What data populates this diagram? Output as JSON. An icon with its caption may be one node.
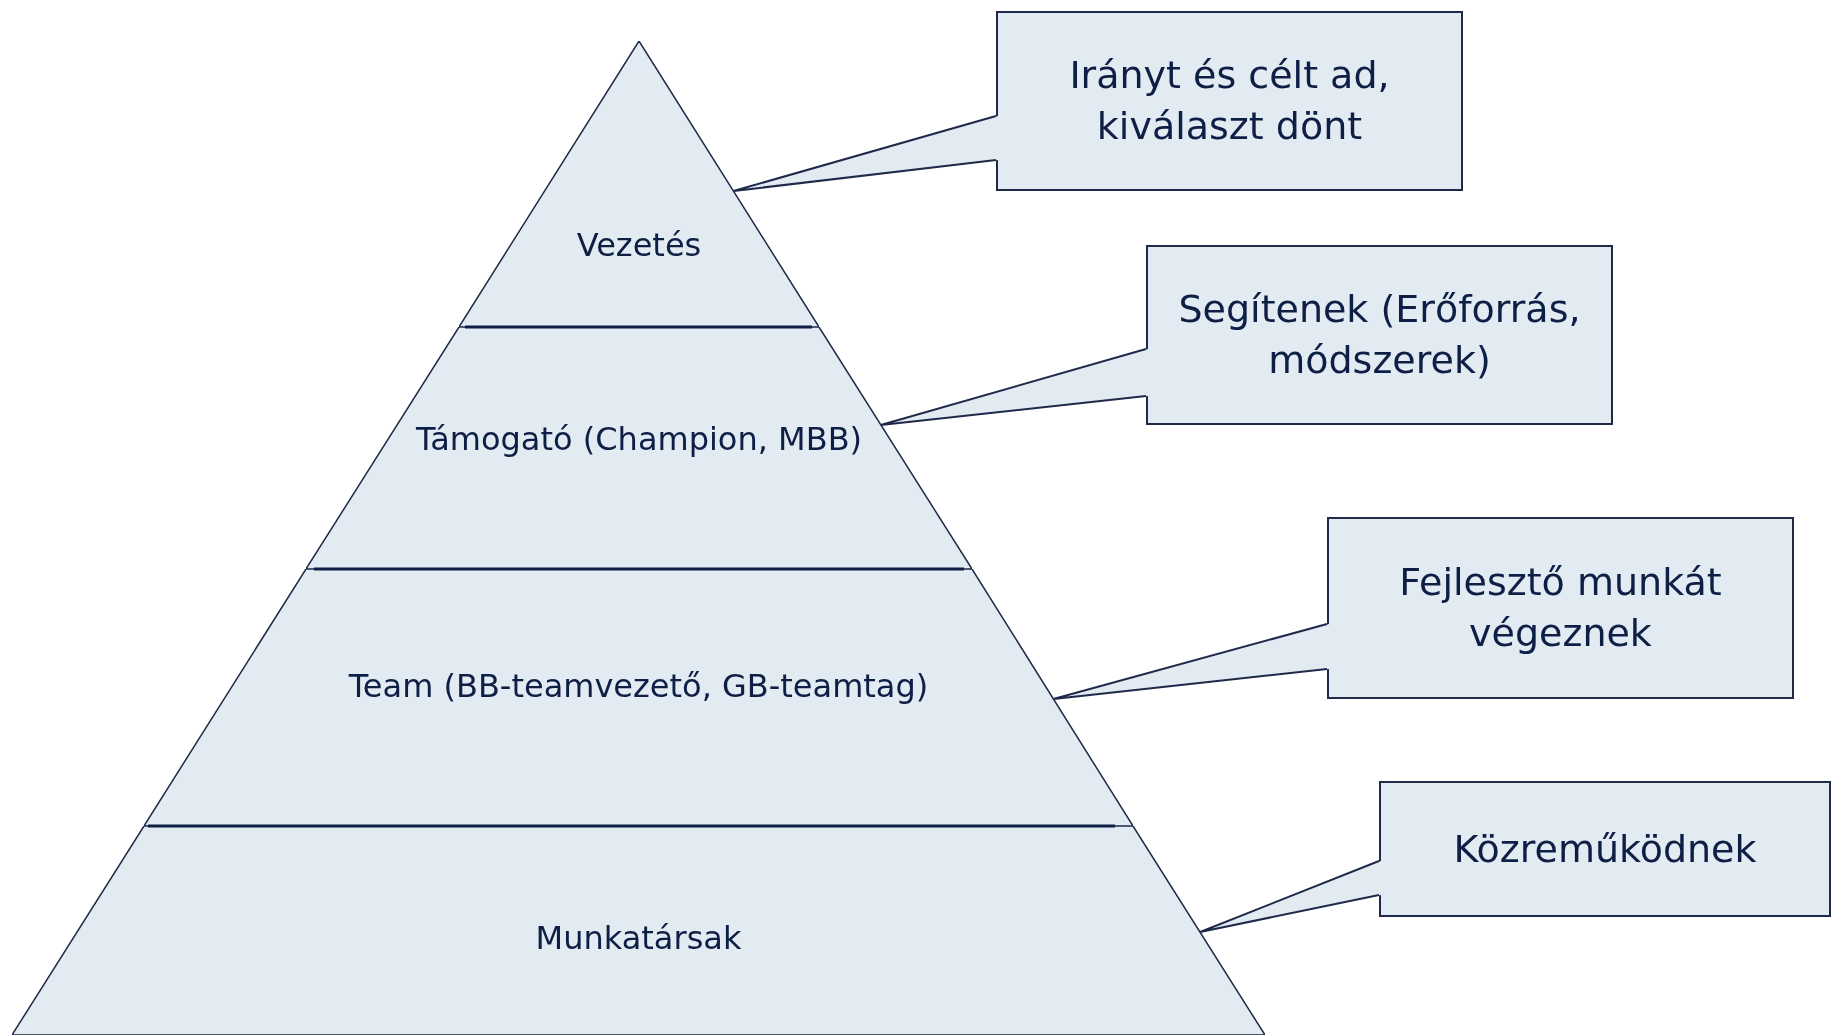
{
  "diagram": {
    "nodes": [
      {
        "text": [
          "Vezetés"
        ]
      },
      {
        "text": [
          "Támogató (Champion, MBB)"
        ]
      },
      {
        "text": [
          "Team (BB-teamvezető, GB-teamtag)"
        ]
      },
      {
        "text": [
          "Munkatársak"
        ]
      },
      {
        "text": [
          "Irányt és célt ad, kiválaszt dönt"
        ]
      },
      {
        "text": [
          "Segítenek (Erőforrás, módszerek)"
        ]
      },
      {
        "text": [
          "Fejlesztő munkát végeznek"
        ]
      },
      {
        "text": [
          "Közreműködnek"
        ]
      }
    ],
    "edges": [
      {
        "from": 4,
        "to": 0,
        "arrow": "none"
      },
      {
        "from": 5,
        "to": 1,
        "arrow": "none"
      },
      {
        "from": 6,
        "to": 2,
        "arrow": "none"
      },
      {
        "from": 7,
        "to": 3,
        "arrow": "none"
      }
    ]
  }
}
